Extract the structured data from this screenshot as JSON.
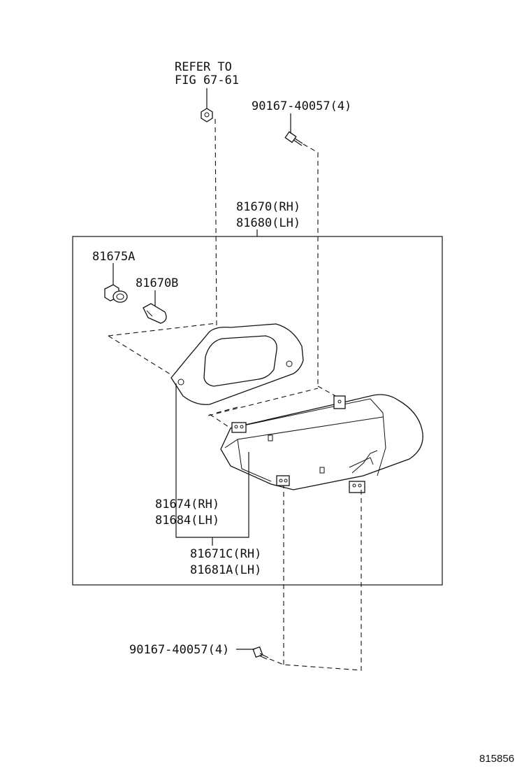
{
  "labels": {
    "refer_line1": "REFER TO",
    "refer_line2": "FIG 67-61",
    "bolt_top": "90167-40057(4)",
    "lamp_assy_rh": "81670(RH)",
    "lamp_assy_lh": "81680(LH)",
    "socket": "81675A",
    "bulb": "81670B",
    "gasket_rh": "81674(RH)",
    "gasket_lh": "81684(LH)",
    "lens_body_rh": "81671C(RH)",
    "lens_body_lh": "81681A(LH)",
    "bolt_bottom": "90167-40057(4)",
    "figure_number": "815856"
  }
}
